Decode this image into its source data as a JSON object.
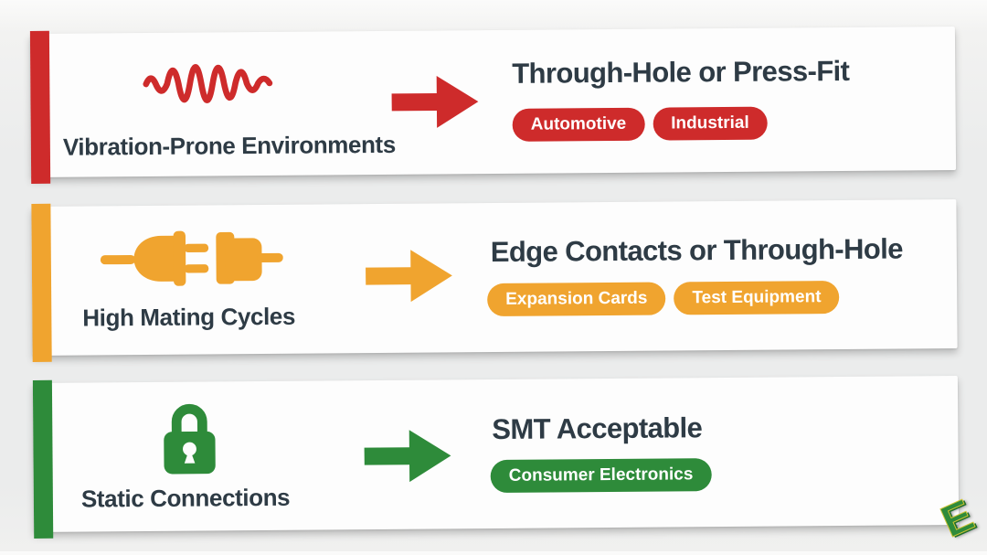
{
  "rows": [
    {
      "scenario": "Vibration-Prone Environments",
      "icon": "vibration-waveform-icon",
      "recommendation": "Through-Hole or Press-Fit",
      "applications": [
        "Automotive",
        "Industrial"
      ],
      "accent_color": "#ce2b2b"
    },
    {
      "scenario": "High Mating Cycles",
      "icon": "connector-plugs-icon",
      "recommendation": "Edge Contacts or Through-Hole",
      "applications": [
        "Expansion Cards",
        "Test Equipment"
      ],
      "accent_color": "#f0a42f"
    },
    {
      "scenario": "Static Connections",
      "icon": "padlock-icon",
      "recommendation": "SMT Acceptable",
      "applications": [
        "Consumer Electronics"
      ],
      "accent_color": "#2e8b3a"
    }
  ],
  "watermark": {
    "letter": "E",
    "color": "#2f8b3a",
    "outline_color": "#cfc435"
  }
}
